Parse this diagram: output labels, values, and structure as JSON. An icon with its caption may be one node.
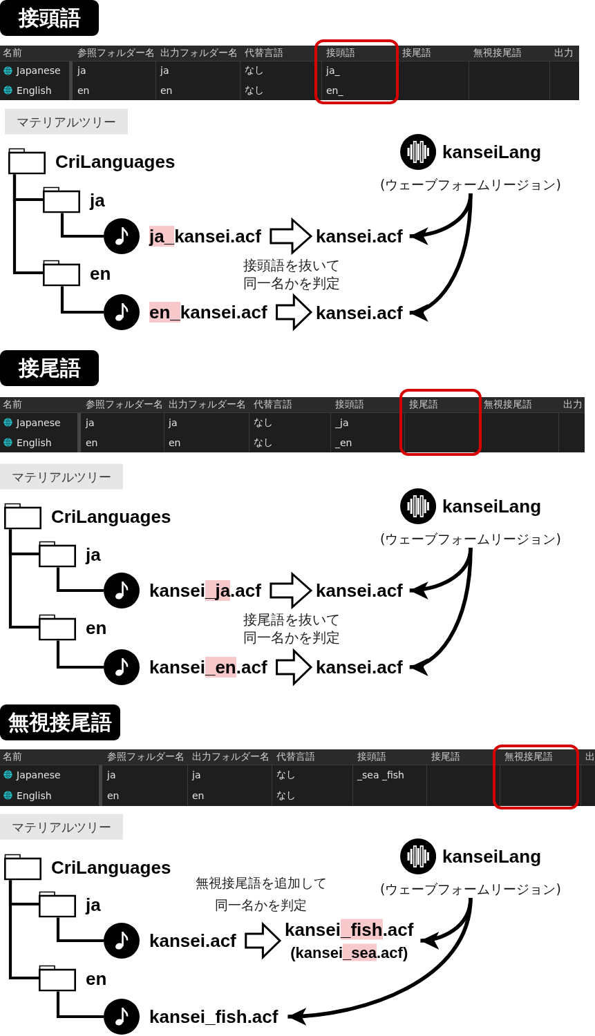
{
  "diagram": {
    "nodes": [
      {
        "text": [
          "接頭語"
        ]
      },
      {
        "text": [
          "マテリアルツリー"
        ]
      },
      {
        "text": [
          "CriLanguages"
        ]
      },
      {
        "text": [
          "kanseiLang",
          "(ウェーブフォームリージョン)"
        ]
      },
      {
        "text": [
          "ja"
        ]
      },
      {
        "text": [
          "ja_kansei.acf"
        ]
      },
      {
        "text": [
          "kansei.acf"
        ]
      },
      {
        "text": [
          "en"
        ]
      },
      {
        "text": [
          "en_kansei.acf"
        ]
      },
      {
        "text": [
          "kansei.acf"
        ]
      },
      {
        "text": [
          "接尾語"
        ]
      },
      {
        "text": [
          "マテリアルツリー"
        ]
      },
      {
        "text": [
          "CriLanguages"
        ]
      },
      {
        "text": [
          "kanseiLang",
          "(ウェーブフォームリージョン)"
        ]
      },
      {
        "text": [
          "ja"
        ]
      },
      {
        "text": [
          "kansei_ja.acf"
        ]
      },
      {
        "text": [
          "kansei.acf"
        ]
      },
      {
        "text": [
          "en"
        ]
      },
      {
        "text": [
          "kansei_en.acf"
        ]
      },
      {
        "text": [
          "kansei.acf"
        ]
      },
      {
        "text": [
          "無視接尾語"
        ]
      },
      {
        "text": [
          "マテリアルツリー"
        ]
      },
      {
        "text": [
          "CriLanguages"
        ]
      },
      {
        "text": [
          "kanseiLang",
          "(ウェーブフォームリージョン)"
        ]
      },
      {
        "text": [
          "ja"
        ]
      },
      {
        "text": [
          "kansei.acf"
        ]
      },
      {
        "text": [
          "kansei_fish.acf",
          "(kansei_sea.acf)"
        ]
      },
      {
        "text": [
          "en"
        ]
      },
      {
        "text": [
          "kansei_fish.acf"
        ]
      }
    ],
    "edges": [
      {
        "from": 2,
        "to": 4,
        "arrow": "none"
      },
      {
        "from": 2,
        "to": 7,
        "arrow": "none"
      },
      {
        "from": 4,
        "to": 5,
        "arrow": "none"
      },
      {
        "from": 7,
        "to": 8,
        "arrow": "none"
      },
      {
        "from": 5,
        "to": 6,
        "arrow": "to",
        "style": "thick"
      },
      {
        "from": 8,
        "to": 9,
        "arrow": "to",
        "style": "thick"
      },
      {
        "from": 3,
        "to": 6,
        "arrow": "to"
      },
      {
        "from": 3,
        "to": 9,
        "arrow": "to"
      },
      {
        "from": 12,
        "to": 14,
        "arrow": "none"
      },
      {
        "from": 12,
        "to": 17,
        "arrow": "none"
      },
      {
        "from": 14,
        "to": 15,
        "arrow": "none"
      },
      {
        "from": 17,
        "to": 18,
        "arrow": "none"
      },
      {
        "from": 15,
        "to": 16,
        "arrow": "to",
        "style": "thick"
      },
      {
        "from": 18,
        "to": 19,
        "arrow": "to",
        "style": "thick"
      },
      {
        "from": 13,
        "to": 16,
        "arrow": "to"
      },
      {
        "from": 13,
        "to": 19,
        "arrow": "to"
      },
      {
        "from": 22,
        "to": 24,
        "arrow": "none"
      },
      {
        "from": 22,
        "to": 27,
        "arrow": "none"
      },
      {
        "from": 24,
        "to": 25,
        "arrow": "none"
      },
      {
        "from": 27,
        "to": 28,
        "arrow": "none"
      },
      {
        "from": 25,
        "to": 26,
        "arrow": "to",
        "style": "thick"
      },
      {
        "from": 23,
        "to": 26,
        "arrow": "to"
      },
      {
        "from": 23,
        "to": 28,
        "arrow": "to"
      }
    ],
    "labels": [
      "名前",
      "参照フォルダー名",
      "出力フォルダー名",
      "代替言語",
      "接頭語",
      "接尾語",
      "無視接尾語",
      "出力",
      "Japanese",
      "ja",
      "ja",
      "なし",
      "ja_",
      "English",
      "en",
      "en",
      "なし",
      "en_",
      "接頭語を抜いて同一名かを判定",
      "名前",
      "参照フォルダー名",
      "出力フォルダー名",
      "代替言語",
      "接頭語",
      "接尾語",
      "無視接尾語",
      "出力",
      "Japanese",
      "ja",
      "ja",
      "なし",
      "_ja",
      "English",
      "en",
      "en",
      "なし",
      "_en",
      "接尾語を抜いて同一名かを判定",
      "名前",
      "参照フォルダー名",
      "出力フォルダー名",
      "代替言語",
      "接頭語",
      "接尾語",
      "無視接尾語",
      "出",
      "Japanese",
      "ja",
      "ja",
      "なし",
      "_sea _fish",
      "English",
      "en",
      "en",
      "なし",
      "無視接尾語を追加して同一名かを判定"
    ]
  }
}
